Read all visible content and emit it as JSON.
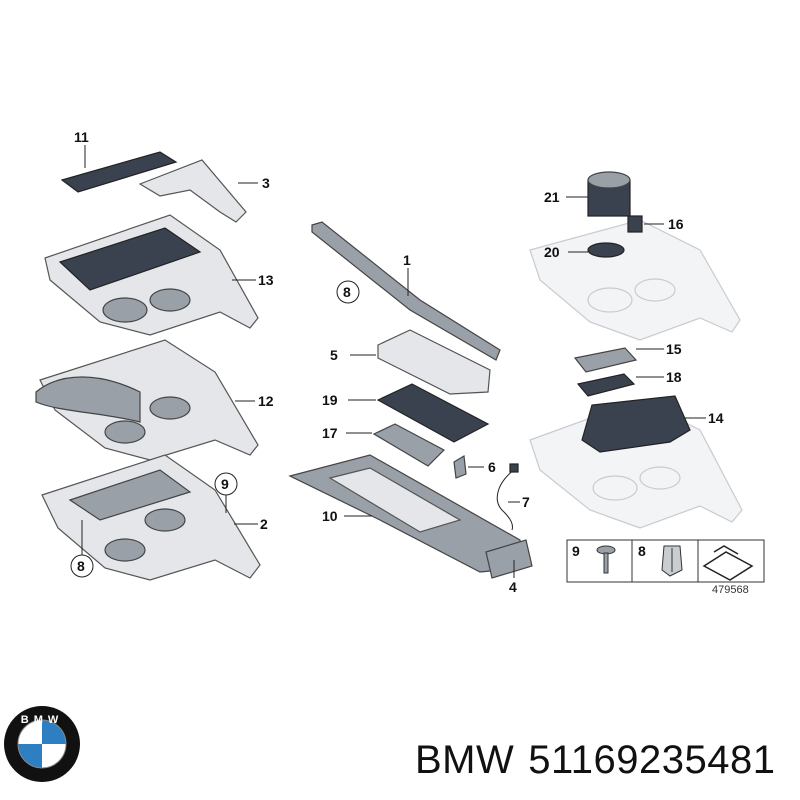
{
  "diagram": {
    "callouts": [
      {
        "id": "c11",
        "text": "11"
      },
      {
        "id": "c3",
        "text": "3"
      },
      {
        "id": "c13",
        "text": "13"
      },
      {
        "id": "c12",
        "text": "12"
      },
      {
        "id": "c9",
        "text": "9"
      },
      {
        "id": "c2",
        "text": "2"
      },
      {
        "id": "c8a",
        "text": "8"
      },
      {
        "id": "c1",
        "text": "1"
      },
      {
        "id": "c8b",
        "text": "8"
      },
      {
        "id": "c5",
        "text": "5"
      },
      {
        "id": "c19",
        "text": "19"
      },
      {
        "id": "c17",
        "text": "17"
      },
      {
        "id": "c6",
        "text": "6"
      },
      {
        "id": "c10",
        "text": "10"
      },
      {
        "id": "c7",
        "text": "7"
      },
      {
        "id": "c4",
        "text": "4"
      },
      {
        "id": "c21",
        "text": "21"
      },
      {
        "id": "c16",
        "text": "16"
      },
      {
        "id": "c20",
        "text": "20"
      },
      {
        "id": "c15",
        "text": "15"
      },
      {
        "id": "c18",
        "text": "18"
      },
      {
        "id": "c14",
        "text": "14"
      }
    ],
    "legend_box": {
      "item_9": "9",
      "item_8": "8"
    },
    "diagram_number": "479568"
  },
  "brand": {
    "name": "BMW",
    "part_number": "51169235481",
    "logo_letters": "BMW",
    "colors": {
      "logo_blue": "#2d7fc1",
      "logo_ring": "#111111",
      "callout_text": "#111111"
    }
  }
}
